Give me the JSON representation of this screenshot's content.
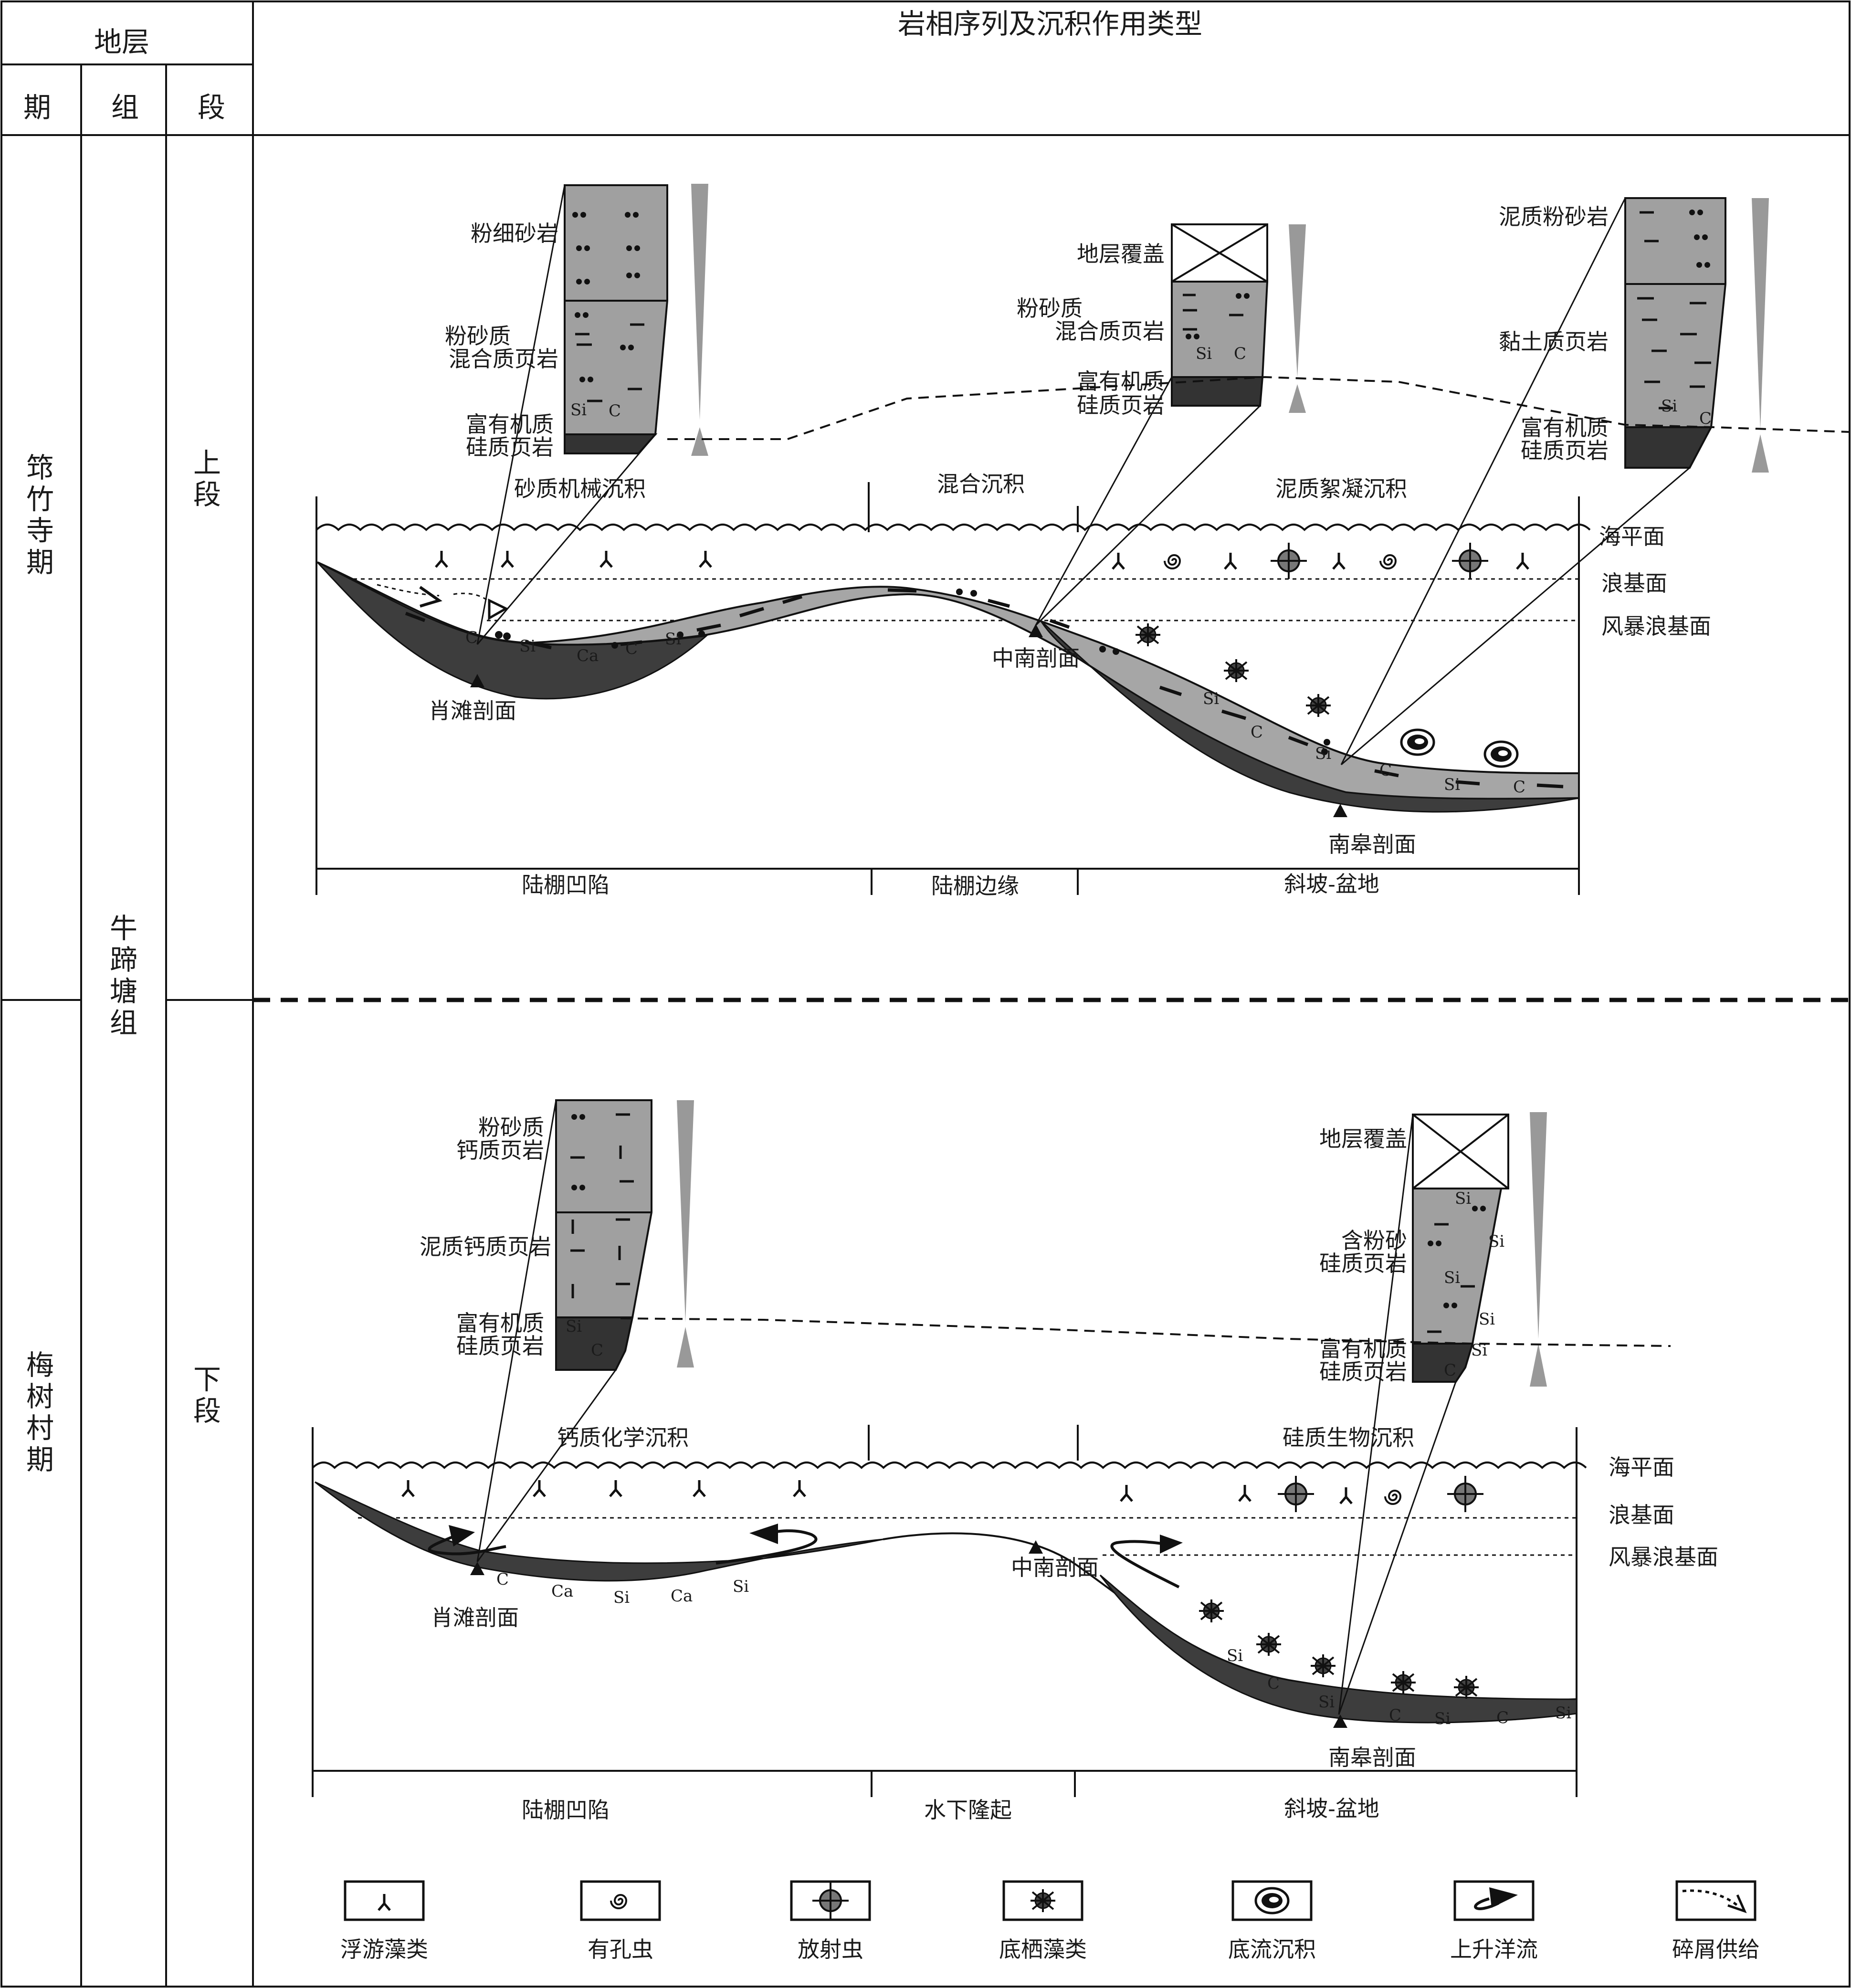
{
  "header": {
    "strata": "地层",
    "period": "期",
    "group": "组",
    "segment": "段",
    "facies_title": "岩相序列及沉积作用类型"
  },
  "left": {
    "period_upper": "筇竹寺期",
    "period_lower": "梅树村期",
    "formation": "牛蹄塘组",
    "seg_upper": "上段",
    "seg_lower": "下段"
  },
  "upper": {
    "sed_types": [
      "砂质机械沉积",
      "混合沉积",
      "泥质絮凝沉积"
    ],
    "levels": [
      "海平面",
      "浪基面",
      "风暴浪基面"
    ],
    "sections": [
      "肖滩剖面",
      "中南剖面",
      "南皋剖面"
    ],
    "zones": [
      "陆棚凹陷",
      "陆棚边缘",
      "斜坡-盆地"
    ],
    "col1": [
      "粉细砂岩",
      "粉砂质",
      "混合质页岩",
      "富有机质",
      "硅质页岩"
    ],
    "col2": [
      "地层覆盖",
      "粉砂质",
      "混合质页岩",
      "富有机质",
      "硅质页岩"
    ],
    "col3": [
      "泥质粉砂岩",
      "黏土质页岩",
      "富有机质",
      "硅质页岩"
    ]
  },
  "lower": {
    "sed_types": [
      "钙质化学沉积",
      "硅质生物沉积"
    ],
    "levels": [
      "海平面",
      "浪基面",
      "风暴浪基面"
    ],
    "sections": [
      "肖滩剖面",
      "中南剖面",
      "南皋剖面"
    ],
    "zones": [
      "陆棚凹陷",
      "水下隆起",
      "斜坡-盆地"
    ],
    "col1": [
      "粉砂质",
      "钙质页岩",
      "泥质钙质页岩",
      "富有机质",
      "硅质页岩"
    ],
    "col2": [
      "地层覆盖",
      "含粉砂",
      "硅质页岩",
      "富有机质",
      "硅质页岩"
    ]
  },
  "elem": {
    "si": "Si",
    "c": "C",
    "ca": "Ca"
  },
  "legend": [
    {
      "label": "浮游藻类",
      "icon": "plankton-algae-icon"
    },
    {
      "label": "有孔虫",
      "icon": "foraminifera-icon"
    },
    {
      "label": "放射虫",
      "icon": "radiolaria-icon"
    },
    {
      "label": "底栖藻类",
      "icon": "benthic-algae-icon"
    },
    {
      "label": "底流沉积",
      "icon": "bottom-current-icon"
    },
    {
      "label": "上升洋流",
      "icon": "upwelling-icon"
    },
    {
      "label": "碎屑供给",
      "icon": "detrital-supply-icon"
    }
  ],
  "colors": {
    "light_fill": "#a6a6a6",
    "dark_fill": "#3d3d3d",
    "column_light": "#a0a0a0",
    "column_dark": "#333333"
  }
}
